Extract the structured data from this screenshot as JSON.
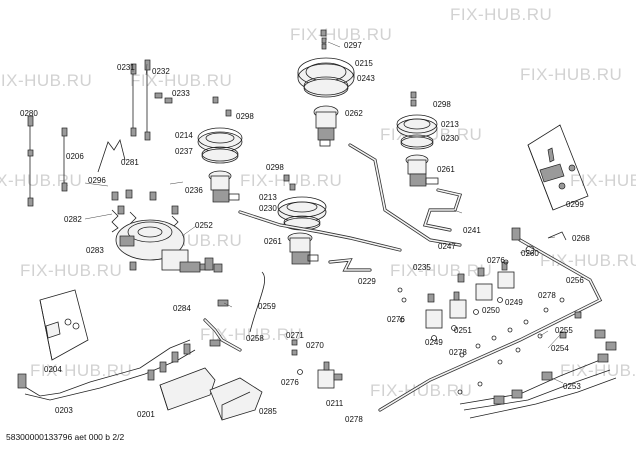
{
  "watermark": "FIX-HUB.RU",
  "footer": "58300000133796 aet 000 b 2/2",
  "parts": {
    "p0201": "0201",
    "p0203": "0203",
    "p0204": "0204",
    "p0206": "0206",
    "p0211": "0211",
    "p0213a": "0213",
    "p0213b": "0213",
    "p0214": "0214",
    "p0215": "0215",
    "p0229": "0229",
    "p0230a": "0230",
    "p0230b": "0230",
    "p0231": "0231",
    "p0232": "0232",
    "p0233": "0233",
    "p0235": "0235",
    "p0236": "0236",
    "p0237": "0237",
    "p0241": "0241",
    "p0243": "0243",
    "p0247": "0247",
    "p0249a": "0249",
    "p0249b": "0249",
    "p0250": "0250",
    "p0251": "0251",
    "p0252": "0252",
    "p0253": "0253",
    "p0254": "0254",
    "p0255": "0255",
    "p0256": "0256",
    "p0258": "0258",
    "p0259": "0259",
    "p0260": "0260",
    "p0261a": "0261",
    "p0261b": "0261",
    "p0262": "0262",
    "p0268": "0268",
    "p0270": "0270",
    "p0271": "0271",
    "p0276a": "0276",
    "p0276b": "0276",
    "p0276c": "0276",
    "p0278a": "0278",
    "p0278b": "0278",
    "p0278c": "0278",
    "p0280": "0280",
    "p0281": "0281",
    "p0282": "0282",
    "p0283": "0283",
    "p0284": "0284",
    "p0285": "0285",
    "p0296": "0296",
    "p0297": "0297",
    "p0298a": "0298",
    "p0298b": "0298",
    "p0298c": "0298",
    "p0299": "0299"
  }
}
